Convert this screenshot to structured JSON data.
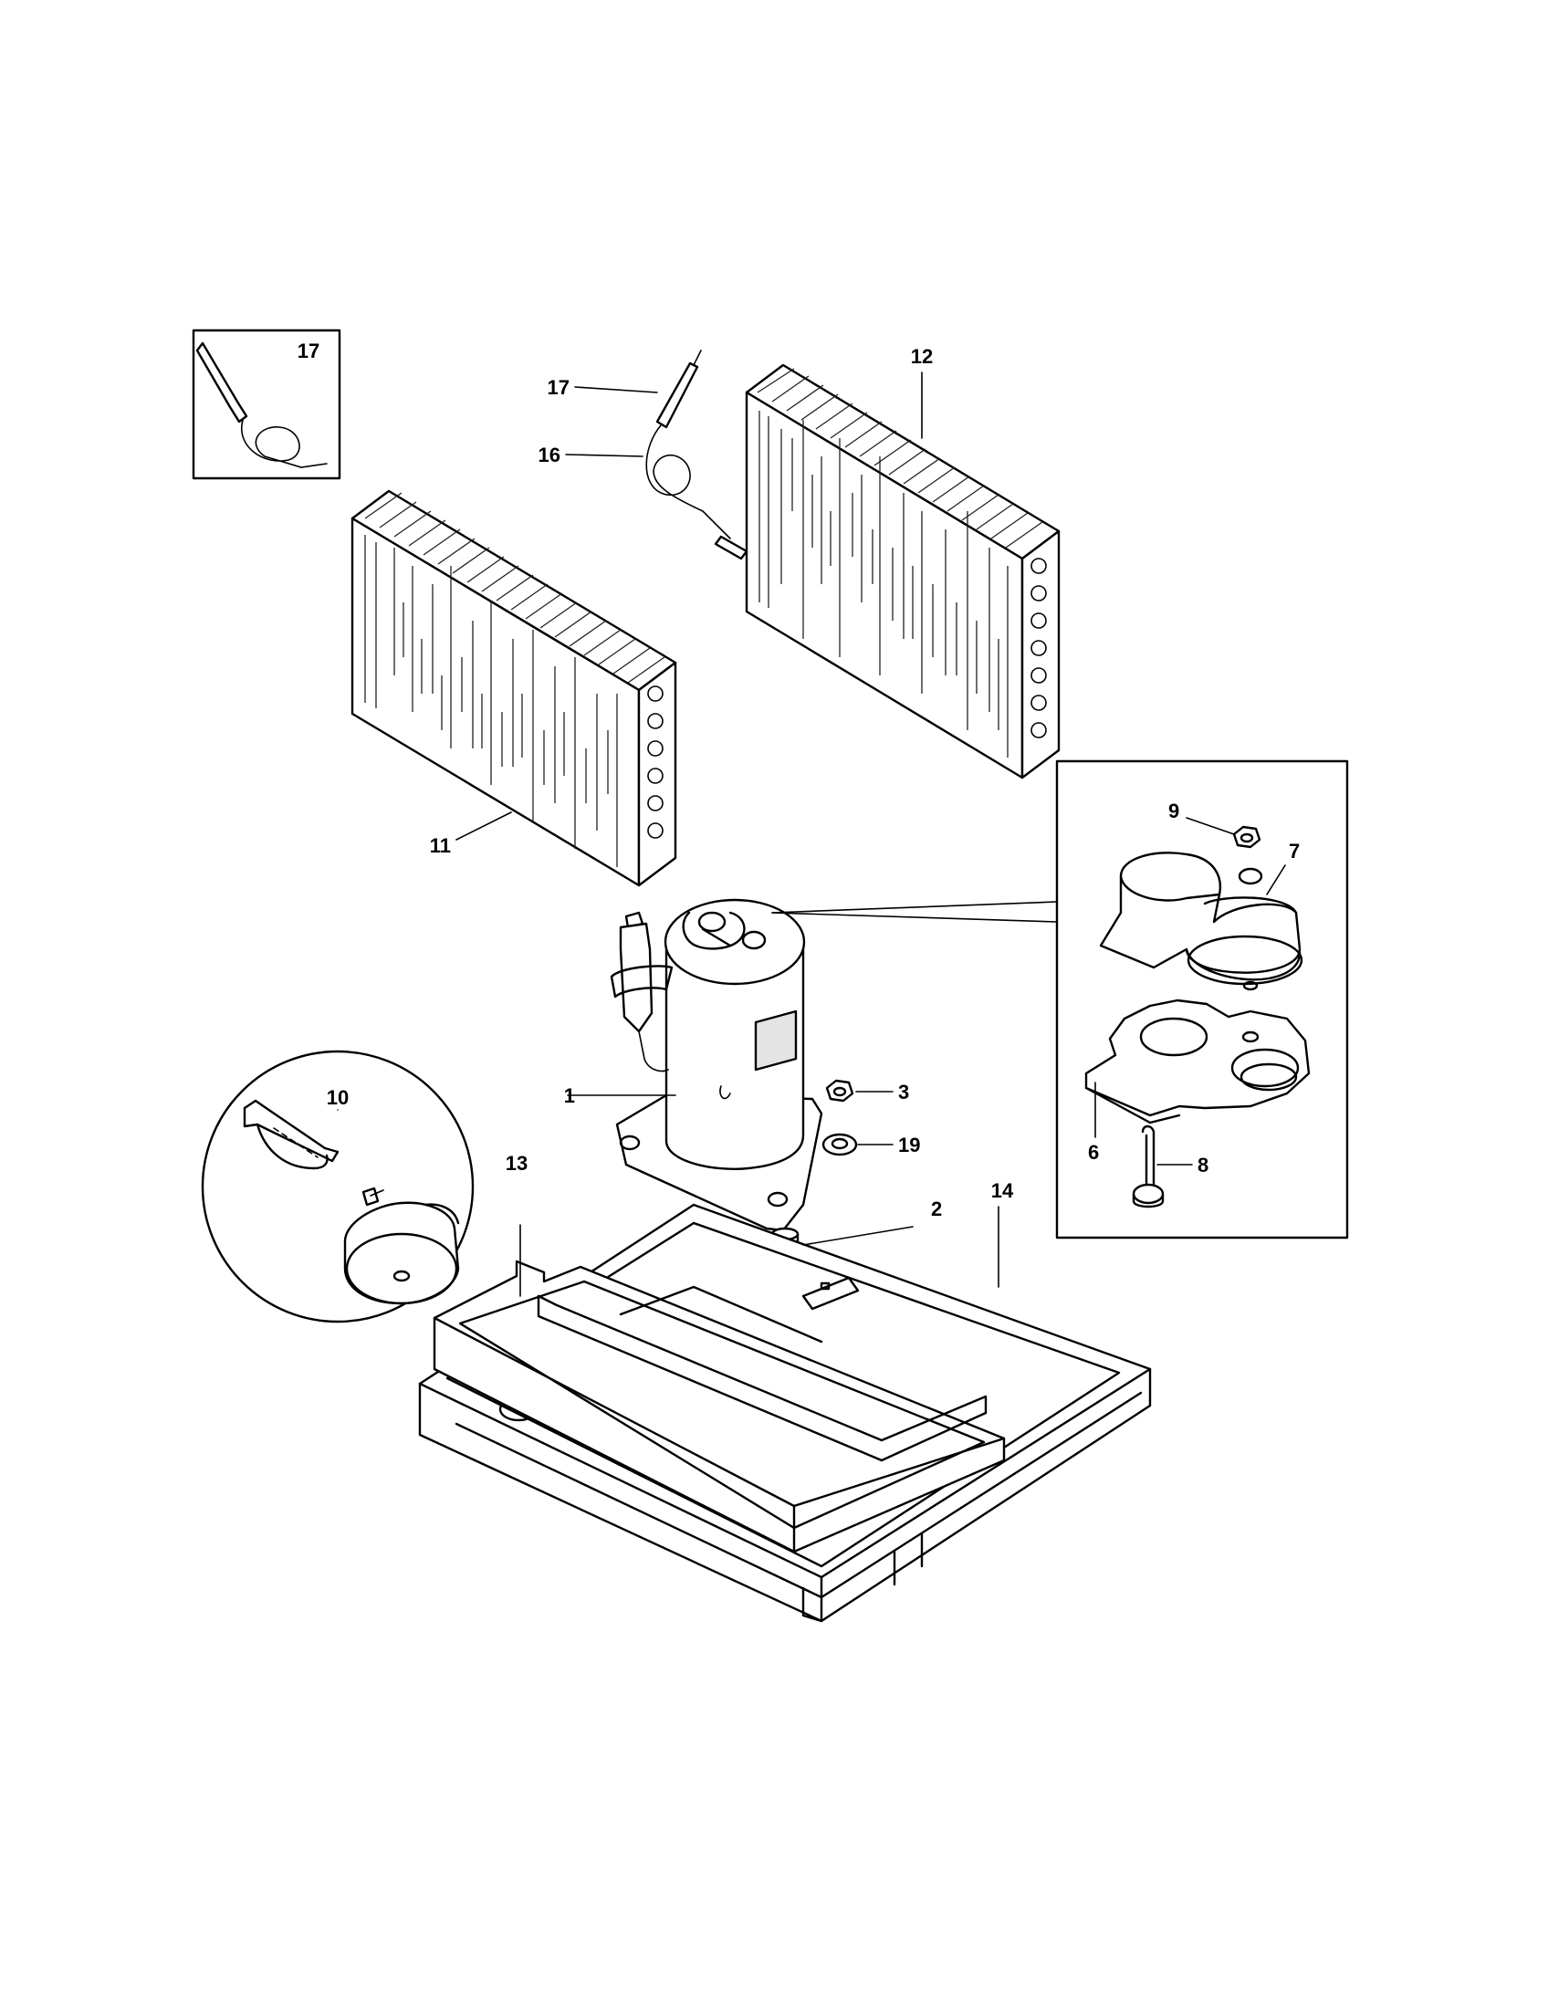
{
  "labels": {
    "p1": "1",
    "p2": "2",
    "p3": "3",
    "p6": "6",
    "p7": "7",
    "p8": "8",
    "p9": "9",
    "p10": "10",
    "p11": "11",
    "p12": "12",
    "p13": "13",
    "p14": "14",
    "p16": "16",
    "p17_inset": "17",
    "p17": "17",
    "p19": "19"
  }
}
